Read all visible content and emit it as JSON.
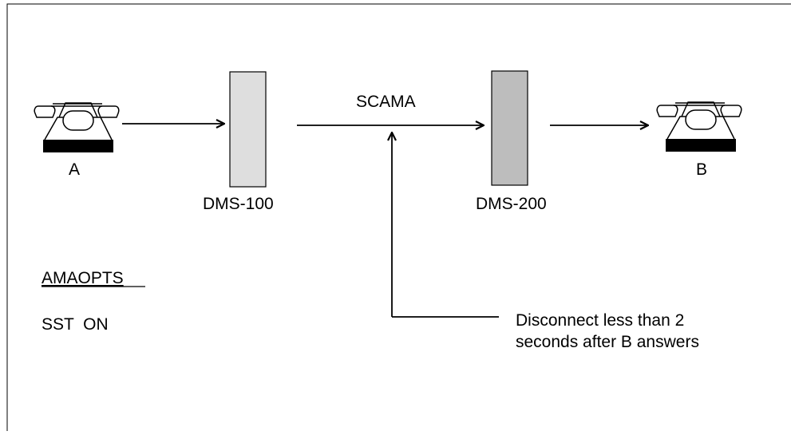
{
  "phone_a": {
    "label": "A"
  },
  "phone_b": {
    "label": "B"
  },
  "switch_1": {
    "label": "DMS-100",
    "color": "#dedede"
  },
  "switch_2": {
    "label": "DMS-200",
    "color": "#bdbdbd"
  },
  "trunk": {
    "label": "SCAMA"
  },
  "options": {
    "heading": "AMAOPTS",
    "setting": "SST  ON"
  },
  "note": {
    "line1": "Disconnect less than 2",
    "line2": "seconds after B answers"
  }
}
